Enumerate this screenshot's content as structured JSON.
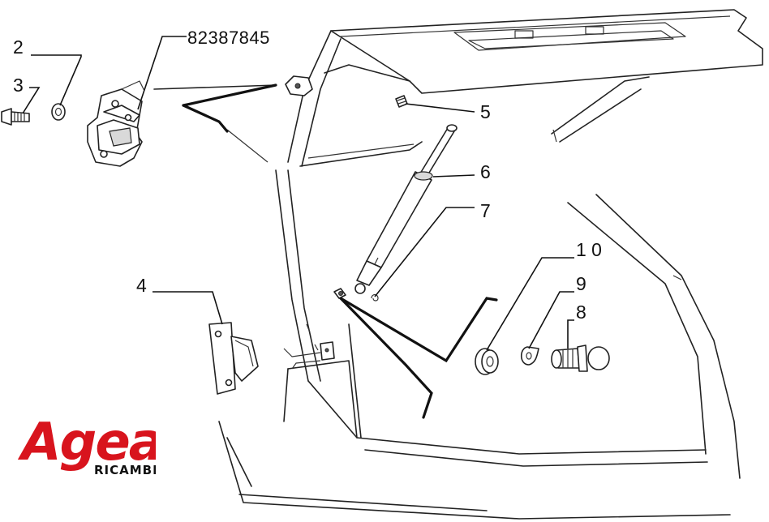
{
  "diagram": {
    "part_number": "82387845",
    "callouts": {
      "c2": "2",
      "c3": "3",
      "c4": "4",
      "c5": "5",
      "c6": "6",
      "c7": "7",
      "c8": "8",
      "c9": "9",
      "c10": "1 0"
    }
  },
  "logo": {
    "brand": "Agea",
    "subtitle": "RICAMBI",
    "color": "#d8141d"
  }
}
